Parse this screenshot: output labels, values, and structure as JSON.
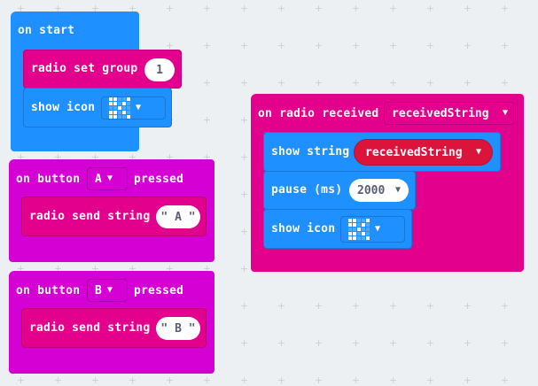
{
  "colors": {
    "workspace": "#ecf0f3",
    "basic": "#1e90ff",
    "radio": "#e3008c",
    "input": "#d400d4",
    "text_reporter": "#dc143c"
  },
  "on_start": {
    "hat_label": "on start",
    "radio_set_group": {
      "label": "radio set group",
      "value": "1"
    },
    "show_icon": {
      "label": "show icon",
      "icon_name": "scissors-icon",
      "icon_pattern": [
        1,
        1,
        0,
        0,
        1,
        1,
        1,
        0,
        1,
        0,
        0,
        0,
        1,
        0,
        0,
        1,
        1,
        0,
        1,
        0,
        1,
        1,
        0,
        0,
        1
      ]
    }
  },
  "on_button_a": {
    "prefix": "on button",
    "button": "A",
    "suffix": "pressed",
    "send": {
      "label": "radio send string",
      "value": "\" A \""
    }
  },
  "on_button_b": {
    "prefix": "on button",
    "button": "B",
    "suffix": "pressed",
    "send": {
      "label": "radio send string",
      "value": "\" B \""
    }
  },
  "on_radio_received": {
    "hat_label": "on radio received",
    "param": "receivedString",
    "show_string": {
      "label": "show string",
      "value": "receivedString"
    },
    "pause": {
      "label": "pause (ms)",
      "value": "2000"
    },
    "show_icon": {
      "label": "show icon",
      "icon_name": "scissors-icon",
      "icon_pattern": [
        1,
        1,
        0,
        0,
        1,
        1,
        1,
        0,
        1,
        0,
        0,
        0,
        1,
        0,
        0,
        1,
        1,
        0,
        1,
        0,
        1,
        1,
        0,
        0,
        1
      ]
    }
  }
}
